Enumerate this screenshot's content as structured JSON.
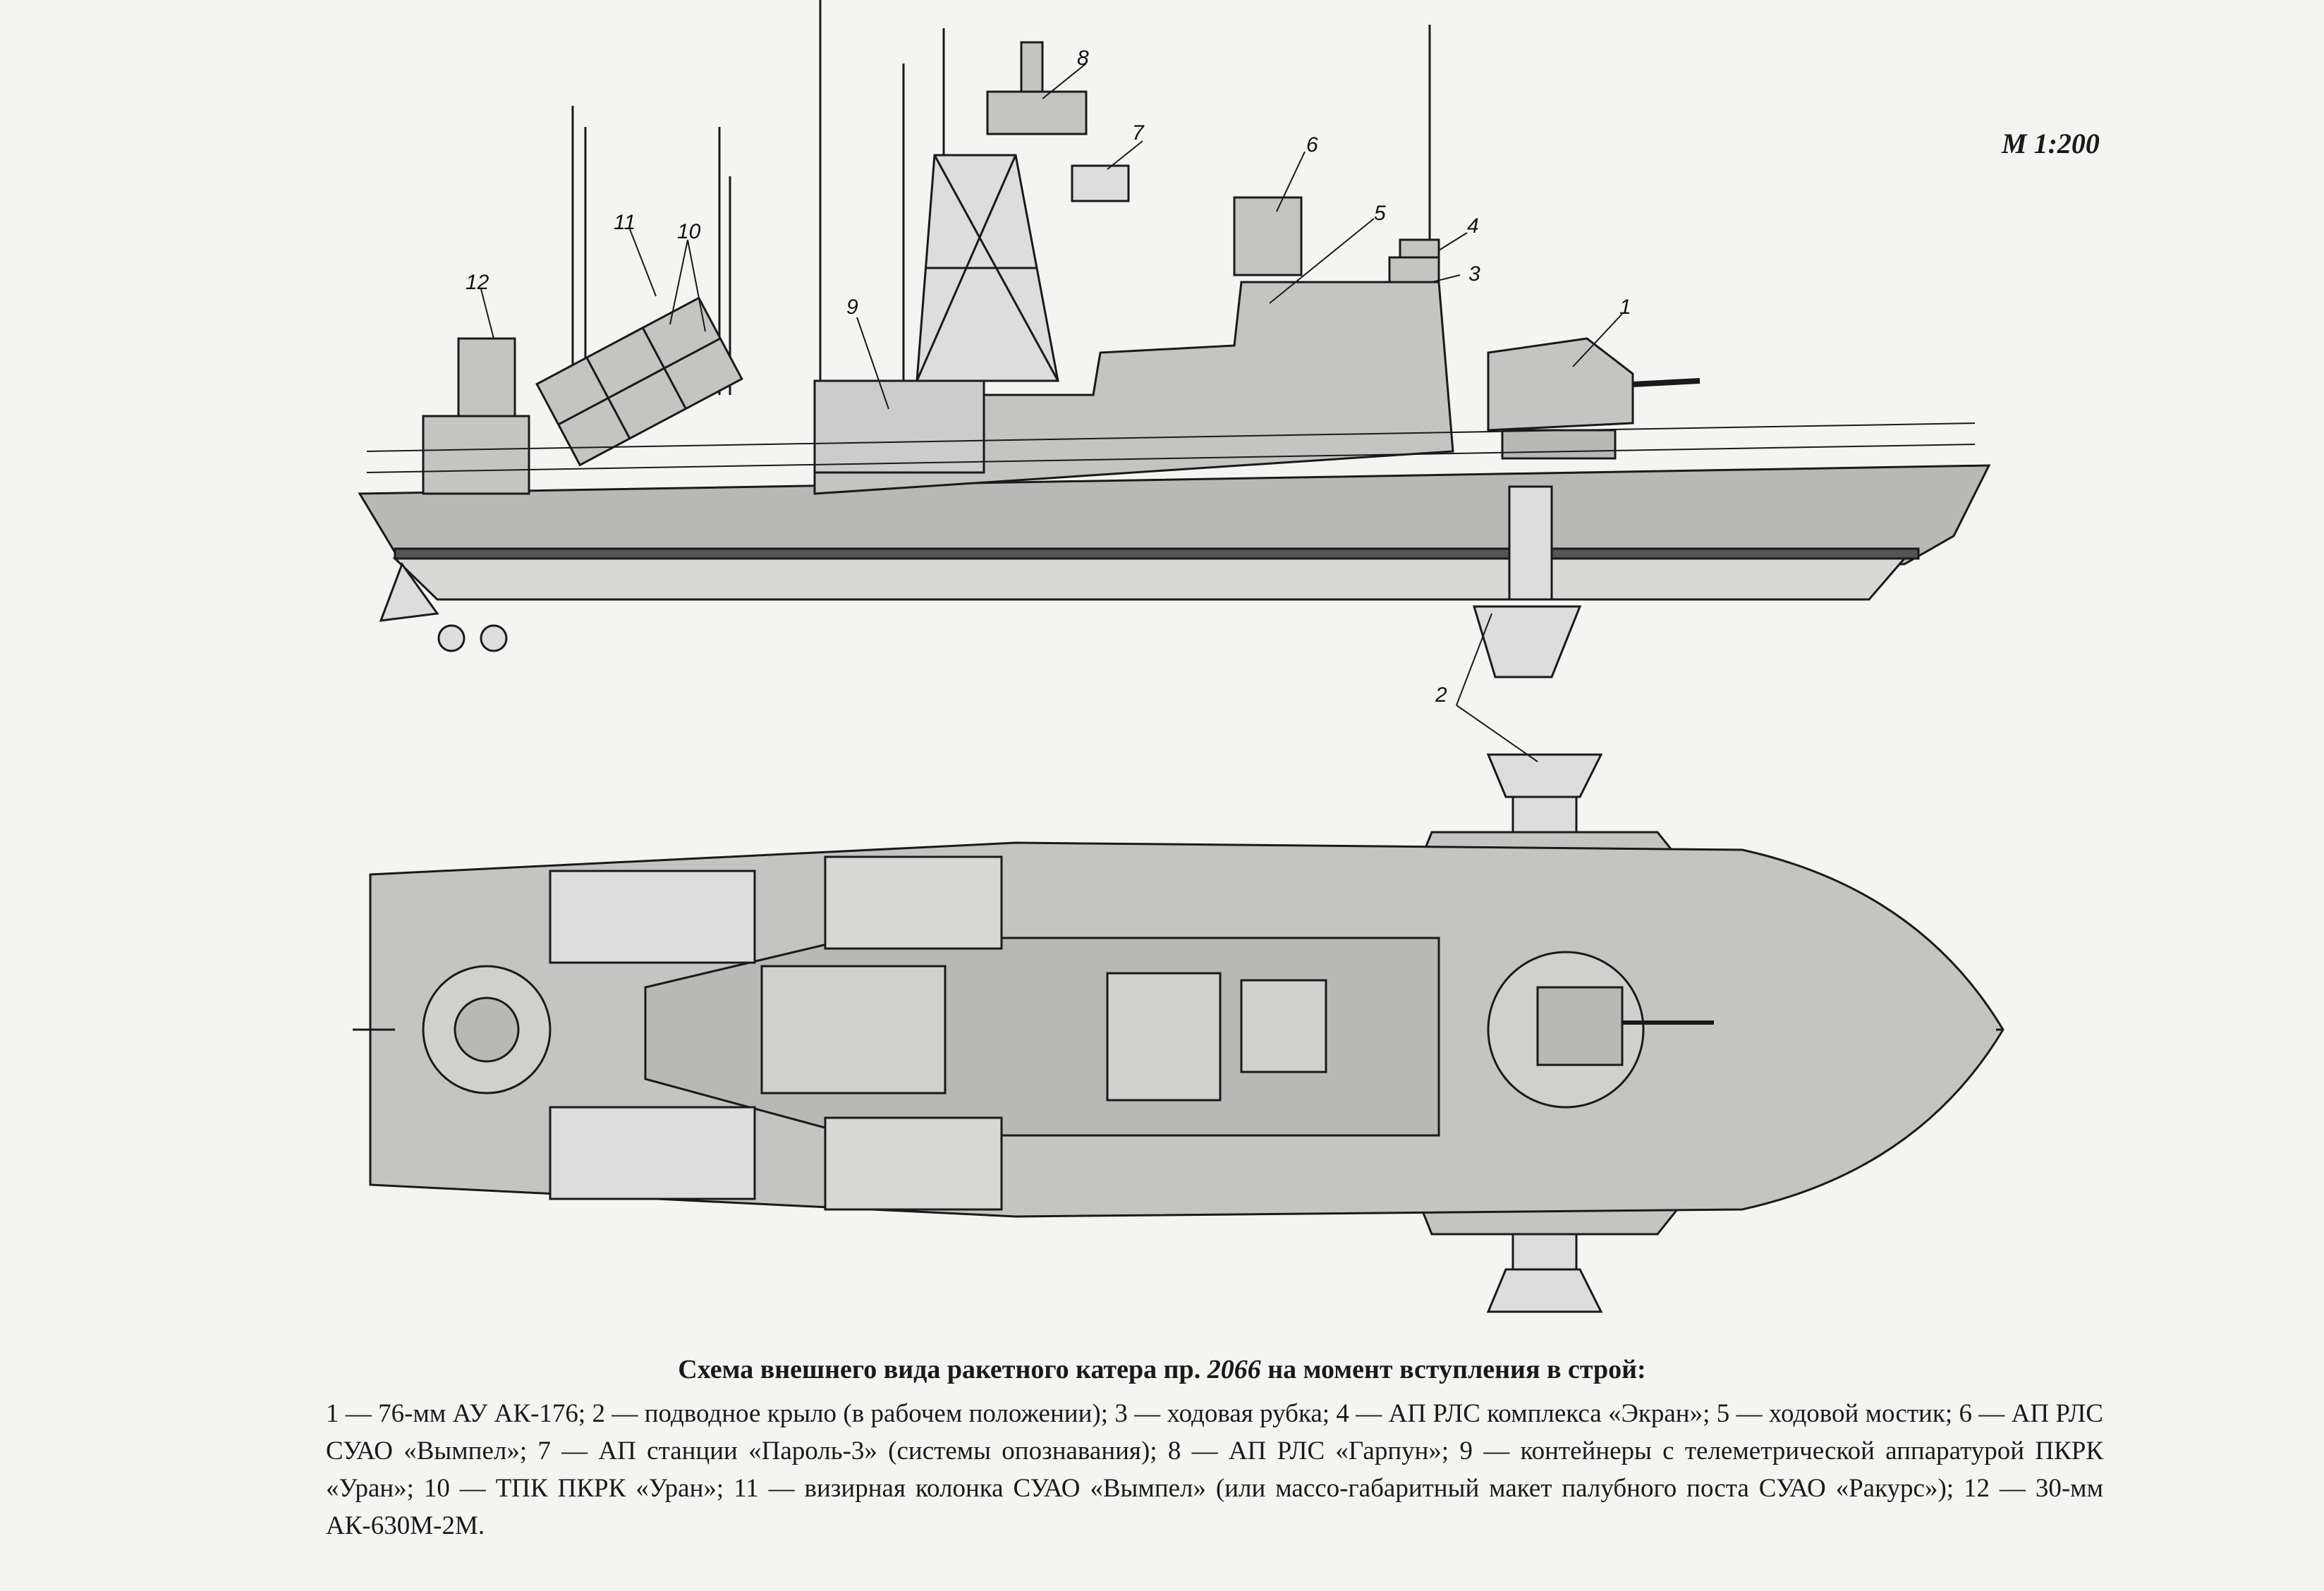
{
  "scale_label": "М 1:200",
  "caption": {
    "title_before": "Схема внешнего вида ракетного катера пр.",
    "title_project": "2066",
    "title_after": "на момент вступления в строй:",
    "legend": "1 — 76-мм АУ АК-176; 2 — подводное крыло (в рабочем положении); 3 — ходовая рубка; 4 — АП РЛС комплекса «Экран»; 5 — ходовой мостик; 6 — АП РЛС СУАО «Вымпел»; 7 — АП станции «Пароль-3» (системы опознавания); 8 — АП РЛС «Гарпун»; 9 — контейнеры с телеметрической аппаратурой ПКРК «Уран»; 10 — ТПК ПКРК «Уран»; 11 — визирная колонка СУАО «Вымпел» (или массо-габаритный макет палубного поста СУАО «Ракурс»); 12 — 30-мм АК-630М-2М."
  },
  "callouts": [
    "1",
    "2",
    "3",
    "4",
    "5",
    "6",
    "7",
    "8",
    "9",
    "10",
    "11",
    "12"
  ],
  "colors": {
    "hull": "#b8b8b6",
    "deck": "#c4c4c2",
    "line": "#1a1a1a",
    "paper": "#f4f4f2"
  }
}
